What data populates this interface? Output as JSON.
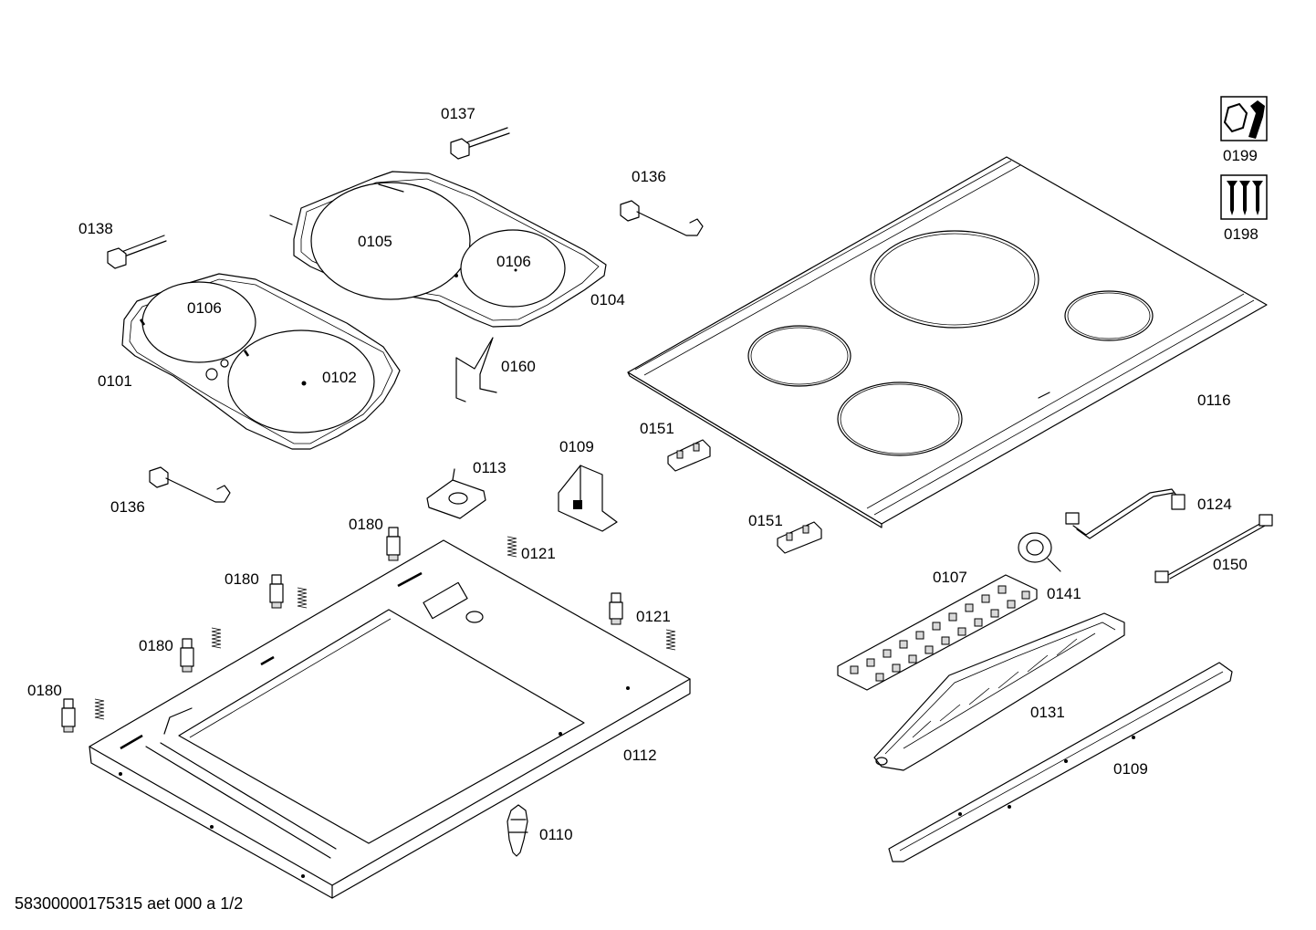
{
  "labels": {
    "0137": "0137",
    "0136_top": "0136",
    "0138": "0138",
    "0105": "0105",
    "0106_right": "0106",
    "0104": "0104",
    "0106_left": "0106",
    "0101": "0101",
    "0102": "0102",
    "0160": "0160",
    "0136_left": "0136",
    "0113": "0113",
    "0109_bracket": "0109",
    "0151_top": "0151",
    "0151_bottom": "0151",
    "0116": "0116",
    "0124": "0124",
    "0150": "0150",
    "0141": "0141",
    "0107": "0107",
    "0131": "0131",
    "0109_rail": "0109",
    "0180_a": "0180",
    "0180_b": "0180",
    "0180_c": "0180",
    "0180_d": "0180",
    "0121_a": "0121",
    "0121_b": "0121",
    "0112": "0112",
    "0110": "0110",
    "0199": "0199",
    "0198": "0198"
  },
  "footer": {
    "document_id": "58300000175315 aet 000 a 1/2"
  },
  "icons": {
    "tool_kit": "wrench-nut-icon",
    "screw_kit": "screws-icon"
  }
}
